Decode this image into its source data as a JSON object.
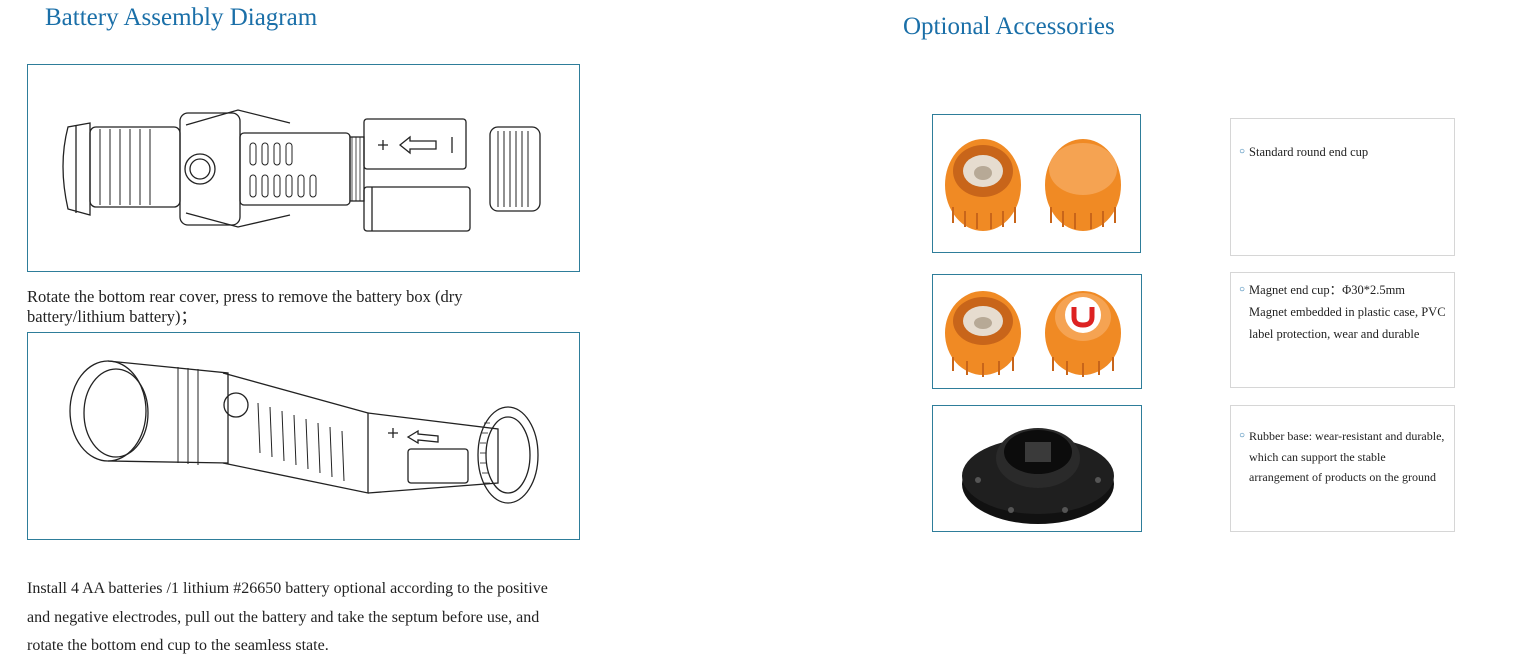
{
  "left": {
    "title": "Battery Assembly Diagram",
    "caption": "Rotate the bottom rear cover, press to remove the battery box (dry battery/lithium battery)；",
    "instructions": "Install 4 AA batteries /1 lithium #26650 battery optional according to the positive and negative electrodes, pull out the battery and take the septum before use, and rotate the bottom end cup to the seamless state."
  },
  "right": {
    "title": "Optional Accessories",
    "accessories": [
      {
        "description": "Standard round end cup"
      },
      {
        "description": "Magnet end cup：Φ30*2.5mm Magnet embedded in plastic case, PVC label protection, wear and durable"
      },
      {
        "description": "Rubber base: wear-resistant and durable, which can support the stable arrangement of products on the ground"
      }
    ]
  },
  "colors": {
    "heading": "#1a6fa8",
    "frame": "#2e7d9a",
    "cap_orange": "#f08a24",
    "base_black": "#111111"
  },
  "icons": {
    "bullet": "○"
  }
}
